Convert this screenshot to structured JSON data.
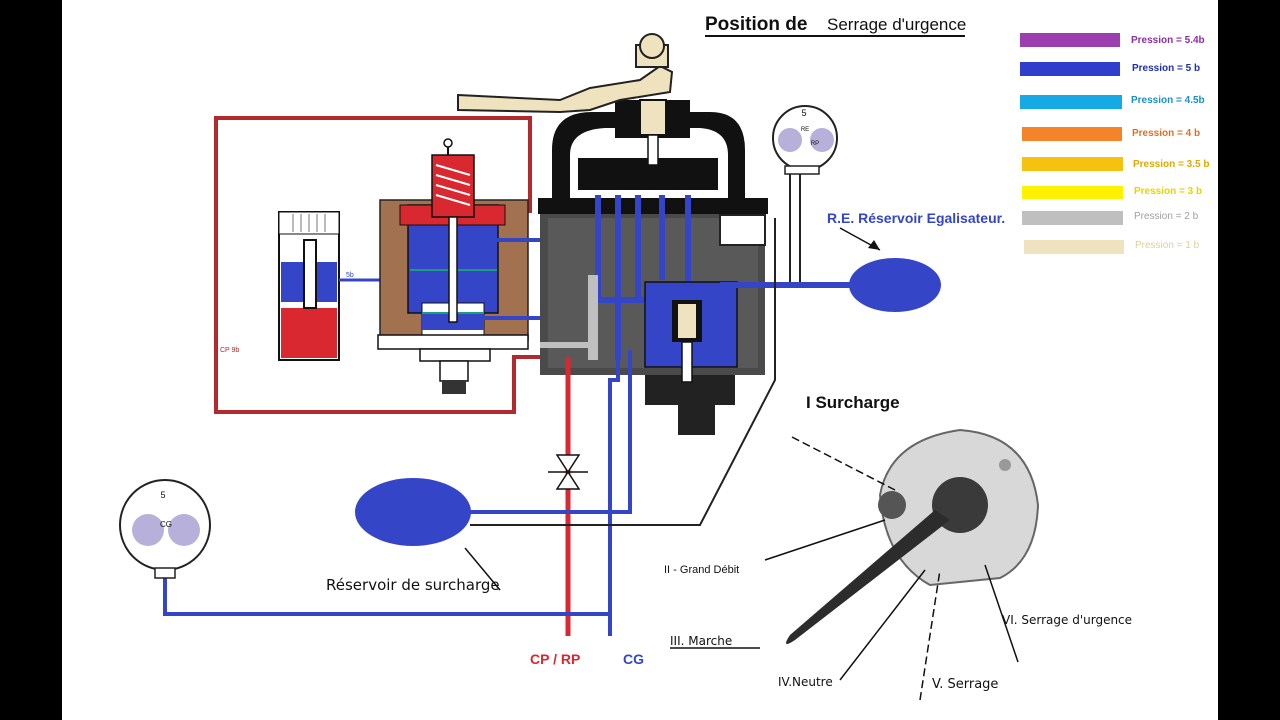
{
  "title": {
    "prefix": "Position  de",
    "mode": "Serrage d'urgence"
  },
  "legend": [
    {
      "label": "Pression = 5.4b",
      "color": "#9b3fb0",
      "text_color": "#8a2fa0"
    },
    {
      "label": "Pression = 5 b",
      "color": "#2f3fcc",
      "text_color": "#1e2fb0"
    },
    {
      "label": "Pression = 4.5b",
      "color": "#15a9e6",
      "text_color": "#1a8fc8"
    },
    {
      "label": "Pression = 4 b",
      "color": "#f5832a",
      "text_color": "#e07020"
    },
    {
      "label": "Pression = 3.5 b",
      "color": "#f7c10f",
      "text_color": "#e0a800"
    },
    {
      "label": "Pression = 3 b",
      "color": "#fff200",
      "text_color": "#e6d400"
    },
    {
      "label": "Pression = 2 b",
      "color": "#bfbfbf",
      "text_color": "#a0a0a0"
    },
    {
      "label": "Pression = 1 b",
      "color": "#efe2bf",
      "text_color": "#e0cf9a"
    }
  ],
  "labels": {
    "re_reservoir": "R.E. Réservoir Egalisateur.",
    "surcharge_reservoir": "Réservoir de surcharge",
    "cp_rp": "CP / RP",
    "cg": "CG",
    "cp9b": "CP 9b",
    "five_b": "5b"
  },
  "gauges": {
    "left": {
      "scale": "5",
      "label": "CG"
    },
    "right": {
      "scale": "5",
      "label_a": "RE",
      "label_b": "RP"
    }
  },
  "handle_positions": [
    {
      "label": "I Surcharge"
    },
    {
      "label": "II - Grand Débit"
    },
    {
      "label": "III. Marche"
    },
    {
      "label": "IV.Neutre"
    },
    {
      "label": "V. Serrage"
    },
    {
      "label": "VI. Serrage d'urgence"
    }
  ],
  "colors": {
    "red": "#d9282f",
    "blue": "#3445c8",
    "dark_red": "#b2292e",
    "brown": "#a2714f"
  }
}
